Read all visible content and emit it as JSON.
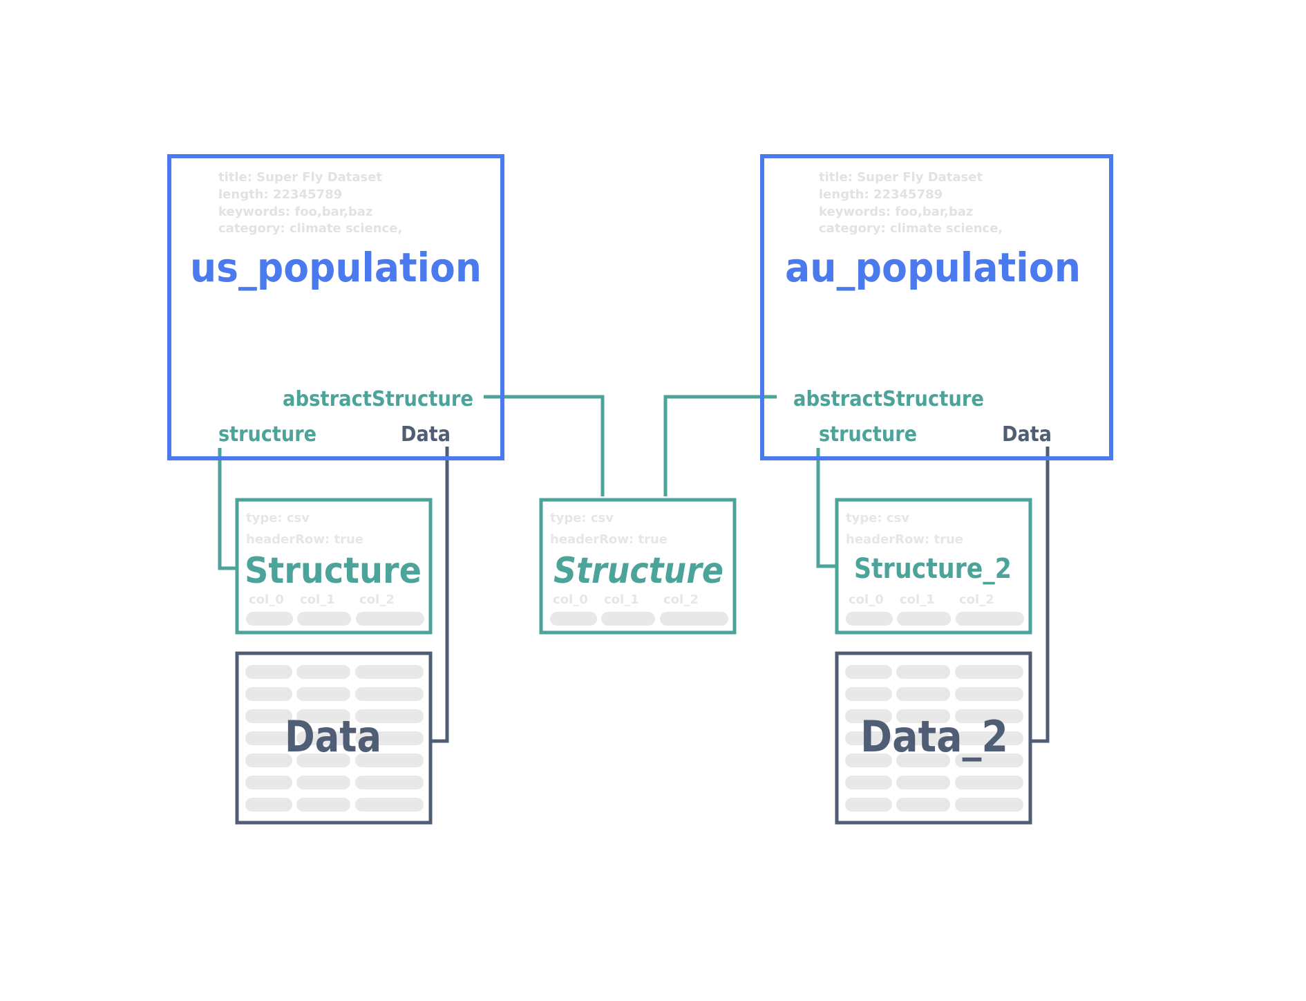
{
  "colors": {
    "dataset": "#4a7aee",
    "structure": "#4ba399",
    "data": "#4f5d75",
    "placeholder": "#e8e8e8",
    "metaText": "#e2e2e2"
  },
  "datasets": [
    {
      "name": "us_population",
      "meta": [
        "title: Super Fly Dataset",
        "length: 22345789",
        "keywords: foo,bar,baz",
        "category: climate science,"
      ],
      "abstractStructure_label": "abstractStructure",
      "structure_label": "structure",
      "data_label": "Data"
    },
    {
      "name": "au_population",
      "meta": [
        "title: Super Fly Dataset",
        "length: 22345789",
        "keywords: foo,bar,baz",
        "category: climate science,"
      ],
      "abstractStructure_label": "abstractStructure",
      "structure_label": "structure",
      "data_label": "Data"
    }
  ],
  "structures": [
    {
      "title": "Structure",
      "meta": [
        "type: csv",
        "headerRow: true"
      ],
      "columns": [
        "col_0",
        "col_1",
        "col_2"
      ],
      "italic": false
    },
    {
      "title": "Structure",
      "meta": [
        "type: csv",
        "headerRow: true"
      ],
      "columns": [
        "col_0",
        "col_1",
        "col_2"
      ],
      "italic": true
    },
    {
      "title": "Structure_2",
      "meta": [
        "type: csv",
        "headerRow: true"
      ],
      "columns": [
        "col_0",
        "col_1",
        "col_2"
      ],
      "italic": false
    }
  ],
  "data_tables": [
    {
      "title": "Data"
    },
    {
      "title": "Data_2"
    }
  ]
}
